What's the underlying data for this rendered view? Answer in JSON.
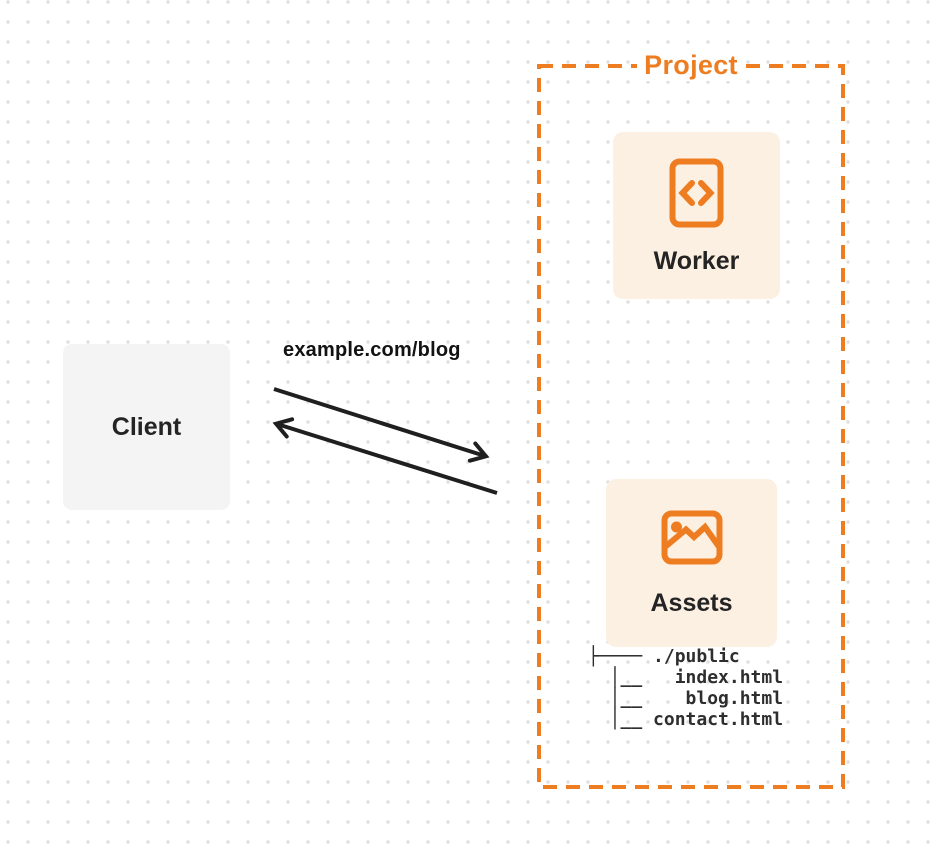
{
  "project": {
    "label": "Project"
  },
  "worker": {
    "label": "Worker",
    "icon": "code-file-icon"
  },
  "assets": {
    "label": "Assets",
    "icon": "image-icon"
  },
  "client": {
    "label": "Client"
  },
  "request_label": "example.com/blog",
  "file_tree": {
    "root": "./public",
    "files": [
      "index.html",
      "blog.html",
      "contact.html"
    ],
    "lines": [
      "├──── ./public",
      "  │__   index.html",
      "  │__    blog.html",
      "  │__ contact.html"
    ]
  },
  "colors": {
    "accent_orange": "#ee7d22",
    "card_background": "#fcf0e2",
    "client_background": "#f4f4f5",
    "arrow": "#1f1f1f",
    "dot_grid": "#e0e0e0",
    "text_dark": "#242424"
  }
}
